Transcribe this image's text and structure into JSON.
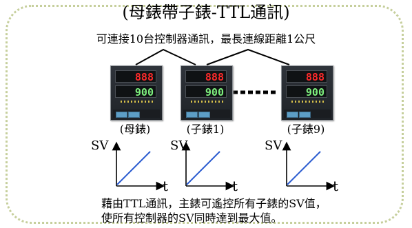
{
  "title": "(母錶帶子錶-TTL通訊)",
  "subtitle": "可連接10台控制器通訊，最長連線距離1公尺",
  "device_display": {
    "pv": "888",
    "sv": "900"
  },
  "controllers": [
    {
      "caption": "(母錶)"
    },
    {
      "caption": "(子錶1)"
    },
    {
      "caption": "(子錶9)"
    }
  ],
  "axis": {
    "y": "SV",
    "x": "t"
  },
  "footer": {
    "line1": "藉由TTL通訊，主錶可遙控所有子錶的SV值，",
    "line2": "使所有控制器的SV同時達到最大值。"
  },
  "colors": {
    "ramp": "#2a5bd0",
    "frame": "#c6cf9c"
  }
}
